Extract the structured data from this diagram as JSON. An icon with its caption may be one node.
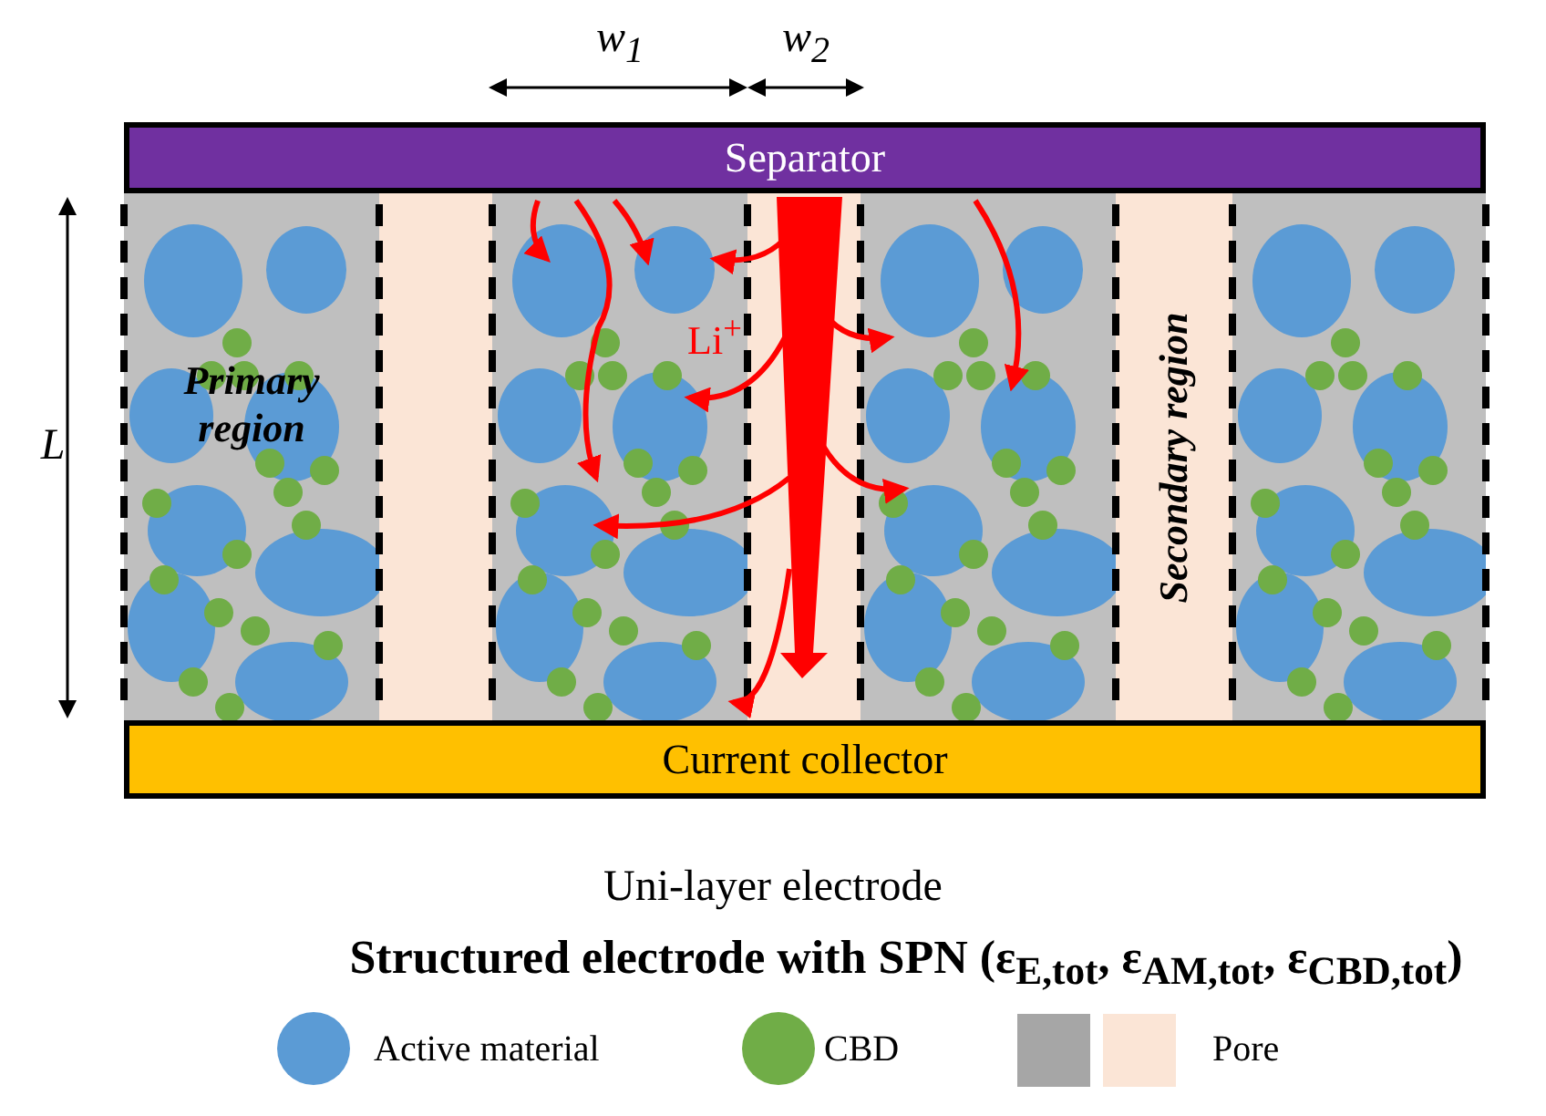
{
  "diagram": {
    "caption": "Structured electrode with SPN (ε$_{E,tot}$, ε$_{AM,tot}$, ε$_{CBD,tot}$)",
    "nodes": [
      {
        "text": [
          "Separator"
        ]
      },
      {
        "text": [
          "Primary region"
        ]
      },
      {
        "text": [],
        "shape": "bar"
      },
      {
        "text": [],
        "shape": "bar"
      },
      {
        "text": [],
        "shape": "bar"
      },
      {
        "text": [],
        "shape": "bar"
      },
      {
        "text": [
          "Secondary region"
        ]
      },
      {
        "text": [],
        "shape": "bar"
      },
      {
        "text": [
          "Current collector"
        ]
      }
    ],
    "edges": [
      {
        "from": 4,
        "to": 3,
        "arrow": "to"
      },
      {
        "from": 4,
        "to": 3,
        "arrow": "to"
      },
      {
        "from": 4,
        "to": 3,
        "arrow": "to"
      },
      {
        "from": 4,
        "to": 3,
        "arrow": "to"
      },
      {
        "from": 4,
        "to": 5,
        "arrow": "to"
      },
      {
        "from": 4,
        "to": 5,
        "arrow": "to"
      }
    ],
    "labels": [
      "w$_{1}$",
      "w$_{2}$",
      "L",
      "Li$^{+}$",
      "Uni-layer electrode"
    ],
    "legend": [
      {
        "text": "Active material",
        "color": "#5b9bd5"
      },
      {
        "text": "CBD",
        "color": "#70ad47"
      },
      {
        "text": "Pore",
        "color": "#fbe5d6"
      }
    ]
  }
}
